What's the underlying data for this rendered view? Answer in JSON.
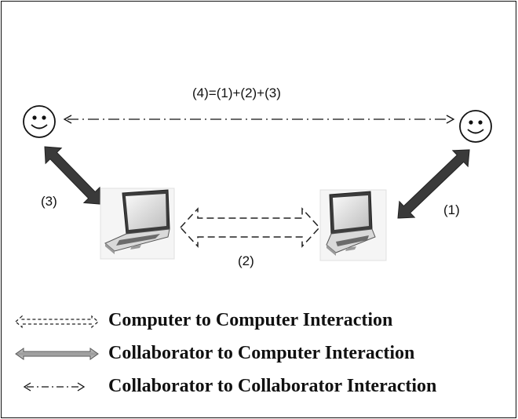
{
  "diagram": {
    "labels": {
      "total": "(4)=(1)+(2)+(3)",
      "link_1": "(1)",
      "link_2": "(2)",
      "link_3": "(3)"
    },
    "nodes": [
      {
        "id": "collaborator-left",
        "kind": "collaborator",
        "icon": "smiley-face-icon"
      },
      {
        "id": "collaborator-right",
        "kind": "collaborator",
        "icon": "smiley-face-icon"
      },
      {
        "id": "computer-left",
        "kind": "computer",
        "icon": "laptop-icon"
      },
      {
        "id": "computer-right",
        "kind": "computer",
        "icon": "laptop-icon"
      }
    ],
    "edges": [
      {
        "from": "collaborator-right",
        "to": "computer-right",
        "type": "collaborator-to-computer",
        "label": "(1)"
      },
      {
        "from": "computer-left",
        "to": "computer-right",
        "type": "computer-to-computer",
        "label": "(2)"
      },
      {
        "from": "collaborator-left",
        "to": "computer-left",
        "type": "collaborator-to-computer",
        "label": "(3)"
      },
      {
        "from": "collaborator-left",
        "to": "collaborator-right",
        "type": "collaborator-to-collaborator",
        "label": "(4)=(1)+(2)+(3)"
      }
    ]
  },
  "legend": [
    {
      "type": "computer-to-computer",
      "label": "Computer to Computer Interaction"
    },
    {
      "type": "collaborator-to-computer",
      "label": "Collaborator to Computer Interaction"
    },
    {
      "type": "collaborator-to-collaborator",
      "label": "Collaborator to Collaborator Interaction"
    }
  ],
  "colors": {
    "thick_arrow": "#3a3a3a",
    "outline": "#333333",
    "laptop_body": "#d9d9d9"
  }
}
